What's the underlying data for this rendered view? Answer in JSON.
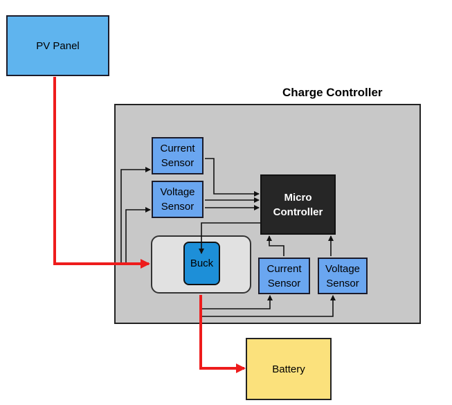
{
  "title": "Charge Controller",
  "nodes": {
    "pv_panel": "PV Panel",
    "current_sensor_top": "Current\nSensor",
    "voltage_sensor_top": "Voltage\nSensor",
    "micro_controller": "Micro\nController",
    "buck": "Buck",
    "current_sensor_bottom": "Current\nSensor",
    "voltage_sensor_bottom": "Voltage\nSensor",
    "battery": "Battery"
  },
  "colors": {
    "power_line": "#ee1c1c",
    "signal_line": "#111111",
    "sensor_fill": "#6aa6f0",
    "controller_fill": "#262626",
    "battery_fill": "#fbe17c"
  }
}
